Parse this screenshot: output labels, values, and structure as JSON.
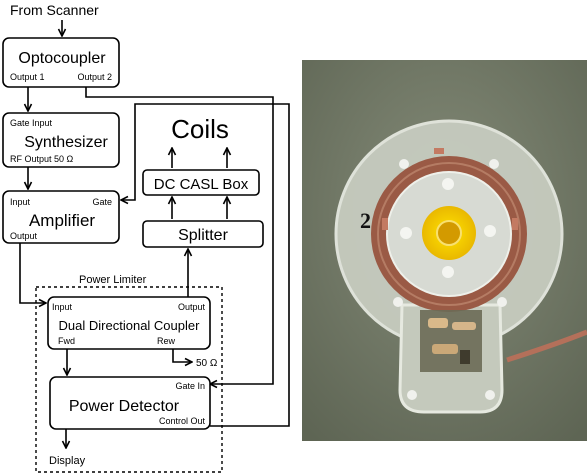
{
  "diagram": {
    "source": "From Scanner",
    "optocoupler": {
      "title": "Optocoupler",
      "out1": "Output 1",
      "out2": "Output 2"
    },
    "synthesizer": {
      "title": "Synthesizer",
      "gate_input": "Gate Input",
      "rf_output": "RF Output 50 Ω"
    },
    "amplifier": {
      "title": "Amplifier",
      "input": "Input",
      "gate": "Gate",
      "output": "Output"
    },
    "coils": {
      "title": "Coils"
    },
    "dc_casl_box": {
      "title": "DC CASL Box"
    },
    "splitter": {
      "title": "Splitter"
    },
    "power_limiter": {
      "title": "Power Limiter"
    },
    "coupler": {
      "title": "Dual Directional Coupler",
      "input": "Input",
      "output": "Output",
      "fwd": "Fwd",
      "rew": "Rew",
      "termination": "50 Ω"
    },
    "detector": {
      "title": "Power Detector",
      "gate_in": "Gate In",
      "control_out": "Control Out"
    },
    "display": "Display"
  },
  "photo": {
    "label": "2"
  },
  "colors": {
    "photo_bg": "#737a67",
    "coil_copper": "#9a5a45",
    "center_yellow": "#f2c200",
    "cable": "#b4705a"
  }
}
